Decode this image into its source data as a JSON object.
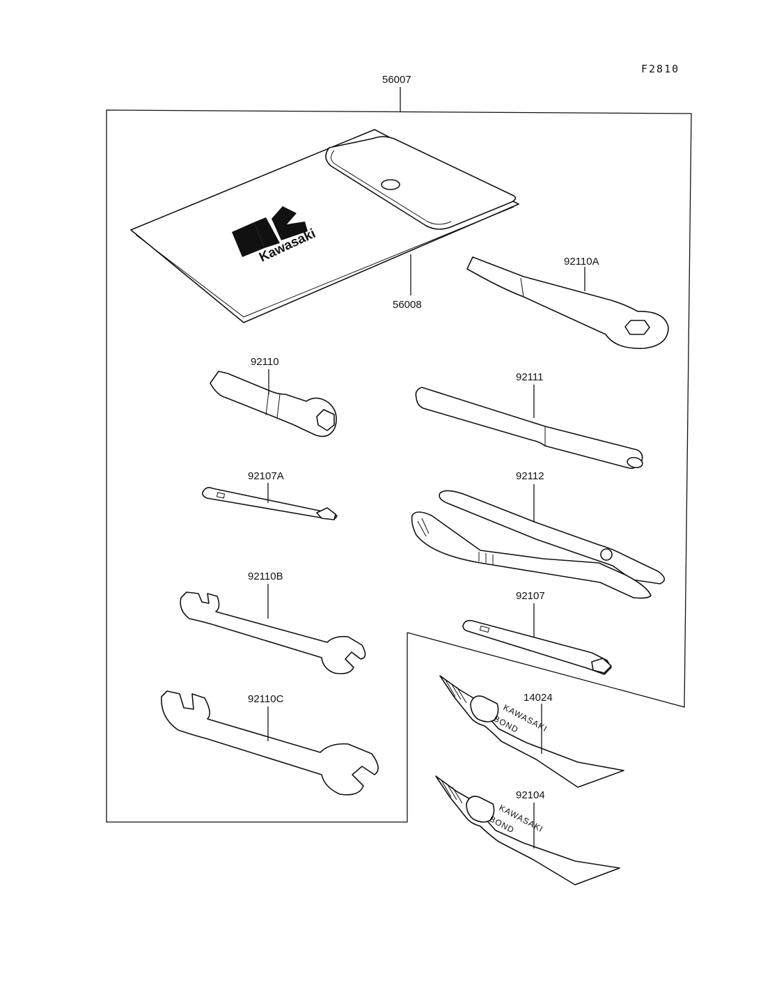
{
  "figure_code": "F2810",
  "parts": {
    "tool_kit": {
      "number": "56007"
    },
    "tool_bag": {
      "number": "56008",
      "logo_text": "Kawasaki"
    },
    "ring_spanner": {
      "number": "92110A"
    },
    "plug_wrench": {
      "number": "92110"
    },
    "wrench_handle": {
      "number": "92111"
    },
    "screwdriver_small": {
      "number": "92107A"
    },
    "pliers": {
      "number": "92112"
    },
    "open_wrench_small": {
      "number": "92110B"
    },
    "screwdriver": {
      "number": "92107"
    },
    "bond_tube_1": {
      "number": "14024",
      "tube_line1": "KAWASAKI",
      "tube_line2": "BOND"
    },
    "open_wrench_large": {
      "number": "92110C"
    },
    "bond_tube_2": {
      "number": "92104",
      "tube_line1": "KAWASAKI",
      "tube_line2": "BOND"
    }
  }
}
